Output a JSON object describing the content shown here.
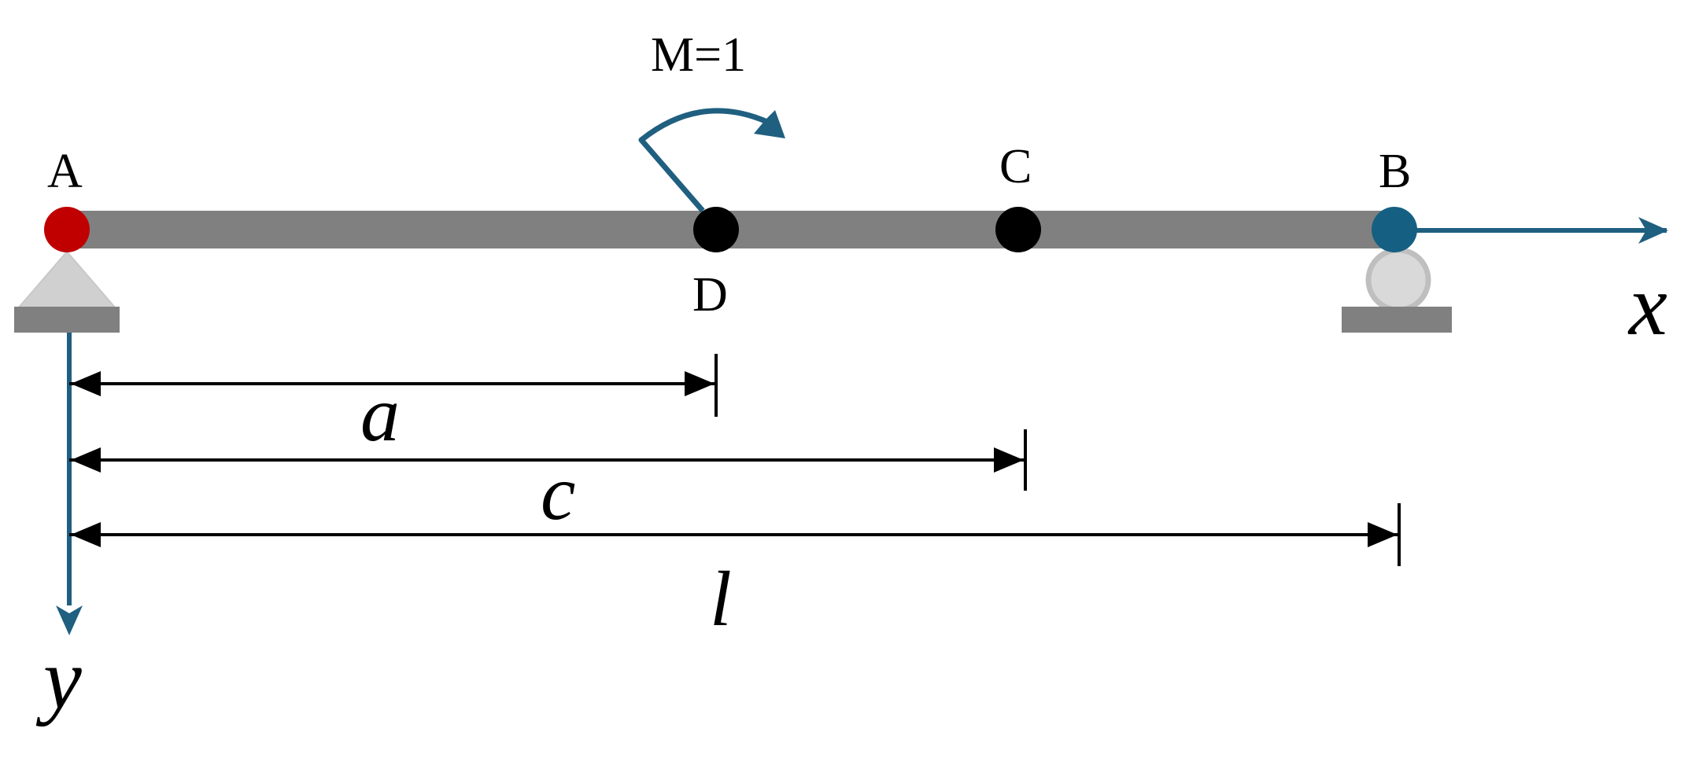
{
  "points": {
    "A": "A",
    "B": "B",
    "C": "C",
    "D": "D"
  },
  "moment": {
    "label": "M=1"
  },
  "dimensions": {
    "a": "a",
    "c": "c",
    "l": "l"
  },
  "axes": {
    "x": "x",
    "y": "y"
  },
  "colors": {
    "beam": "#808080",
    "point_A": "#c00000",
    "point_B": "#156082",
    "points_CD": "#000000",
    "axis_and_moment": "#1f5f80",
    "pin_support": "#d0d0d0",
    "roller": "#d9d9d9",
    "ground": "#808080",
    "dimension_lines": "#000000"
  }
}
